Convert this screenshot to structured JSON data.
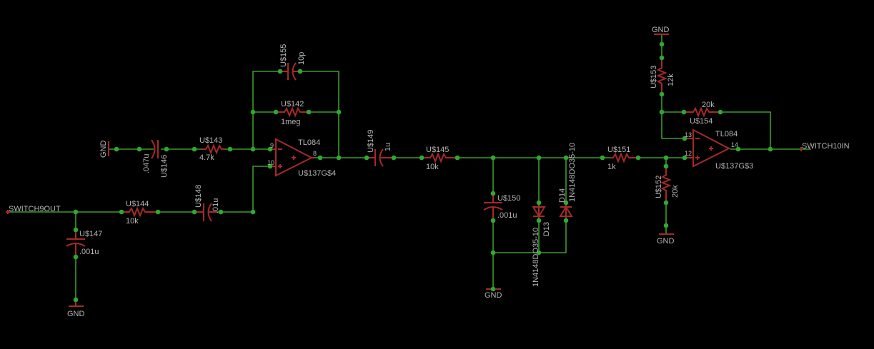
{
  "colors": {
    "background": "#000000",
    "wire": "#3c9a2c",
    "symbol": "#a52a2a",
    "junction": "#2fa82f",
    "text": "#b4b4b4"
  },
  "nets": {
    "switch9out": "SWITCH9OUT",
    "switch10in": "SWITCH10IN",
    "gnd": "GND"
  },
  "components": {
    "u143": {
      "name": "U$143",
      "value": "4.7k"
    },
    "u146": {
      "name": "U$146",
      "value": ".047u"
    },
    "u144": {
      "name": "U$144",
      "value": "10k"
    },
    "u147": {
      "name": "U$147",
      "value": ".001u"
    },
    "u148": {
      "name": "U$148",
      "value": ".01u"
    },
    "u155": {
      "name": "U$155",
      "value": "10p"
    },
    "u142": {
      "name": "U$142",
      "value": "1meg"
    },
    "opamp4": {
      "name": "U$137G$4",
      "value": "TL084",
      "pin_minus": "9",
      "pin_plus": "10",
      "pin_out": "8"
    },
    "u149": {
      "name": "U$149",
      "value": "1u"
    },
    "u145": {
      "name": "U$145",
      "value": "10k"
    },
    "u150": {
      "name": "U$150",
      "value": ".001u"
    },
    "d13": {
      "name": "D13",
      "value": "1N4148DO35-10"
    },
    "d14": {
      "name": "D14",
      "value": "1N4148DO35-10"
    },
    "u151": {
      "name": "U$151",
      "value": "1k"
    },
    "u152": {
      "name": "U$152",
      "value": "20k"
    },
    "u153": {
      "name": "U$153",
      "value": "12k"
    },
    "u154": {
      "name": "U$154",
      "value": "20k"
    },
    "opamp3": {
      "name": "U$137G$3",
      "value": "TL084",
      "pin_minus": "13",
      "pin_plus": "12",
      "pin_out": "14"
    }
  }
}
